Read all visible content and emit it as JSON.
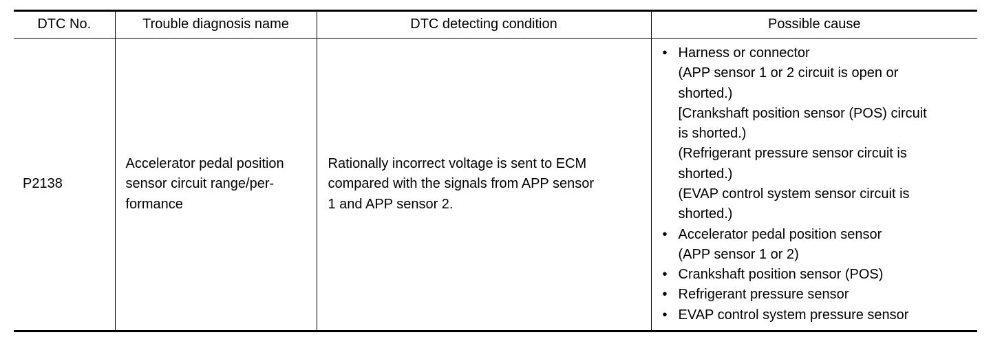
{
  "headers": {
    "dtc_no": "DTC No.",
    "diagnosis_name": "Trouble diagnosis name",
    "detecting_condition": "DTC detecting condition",
    "possible_cause": "Possible cause"
  },
  "row": {
    "dtc_no": "P2138",
    "diagnosis_name_lines": [
      "Accelerator pedal position",
      "sensor circuit range/per-",
      "formance"
    ],
    "condition_lines": [
      "Rationally incorrect voltage is sent to ECM",
      "compared with the signals from APP sensor",
      "1 and APP sensor 2."
    ],
    "bullet_glyph": "•",
    "causes": [
      {
        "title": "Harness or connector",
        "details": [
          "(APP sensor 1 or 2 circuit is open or",
          "shorted.)",
          "[Crankshaft position sensor (POS) circuit",
          "is shorted.)",
          "(Refrigerant pressure sensor circuit is",
          "shorted.)",
          "(EVAP control system sensor circuit is",
          "shorted.)"
        ]
      },
      {
        "title": "Accelerator pedal position sensor",
        "details": [
          "(APP sensor 1 or 2)"
        ]
      },
      {
        "title": "Crankshaft position sensor (POS)",
        "details": []
      },
      {
        "title": "Refrigerant pressure sensor",
        "details": []
      },
      {
        "title": "EVAP control system pressure sensor",
        "details": []
      }
    ]
  }
}
